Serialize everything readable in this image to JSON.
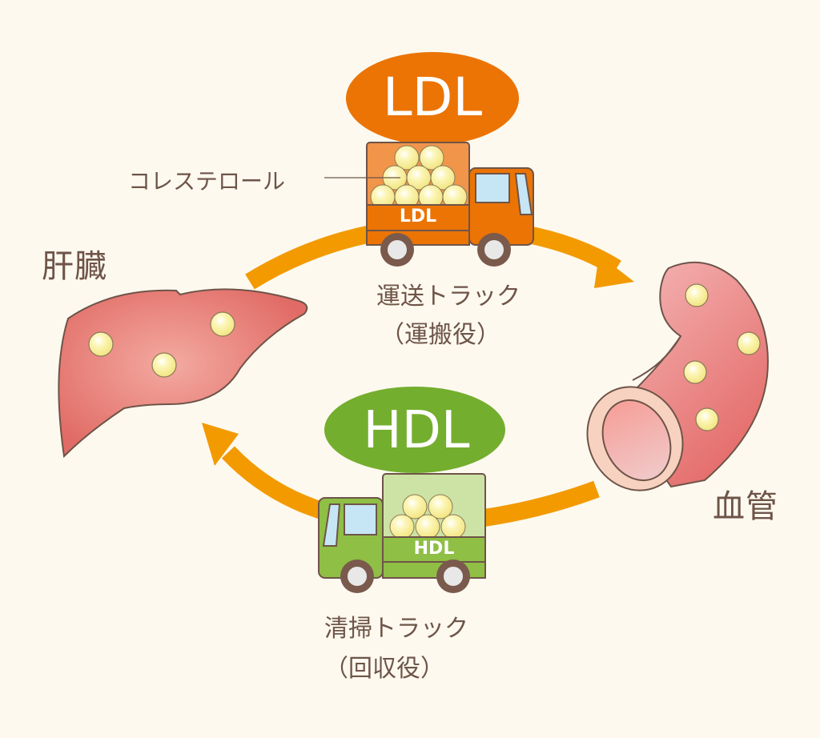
{
  "labels": {
    "liver": "肝臓",
    "blood_vessel": "血管",
    "cholesterol": "コレステロール",
    "ldl_badge": "LDL",
    "hdl_badge": "HDL",
    "ldl_truck_panel": "LDL",
    "hdl_truck_panel": "HDL",
    "ldl_truck_caption_1": "運送トラック",
    "ldl_truck_caption_2": "（運搬役）",
    "hdl_truck_caption_1": "清掃トラック",
    "hdl_truck_caption_2": "（回収役）"
  },
  "colors": {
    "background": "#fdf9ef",
    "ldl_orange": "#eb7405",
    "hdl_green": "#74ae2e",
    "arrow_orange": "#f29a00",
    "text_brown": "#6e5448",
    "organ_red": "#e4726c",
    "cholesterol_yellow": "#fbf3a0"
  },
  "flow": [
    {
      "from": "liver",
      "to": "blood_vessel",
      "carrier": "LDL"
    },
    {
      "from": "blood_vessel",
      "to": "liver",
      "carrier": "HDL"
    }
  ]
}
